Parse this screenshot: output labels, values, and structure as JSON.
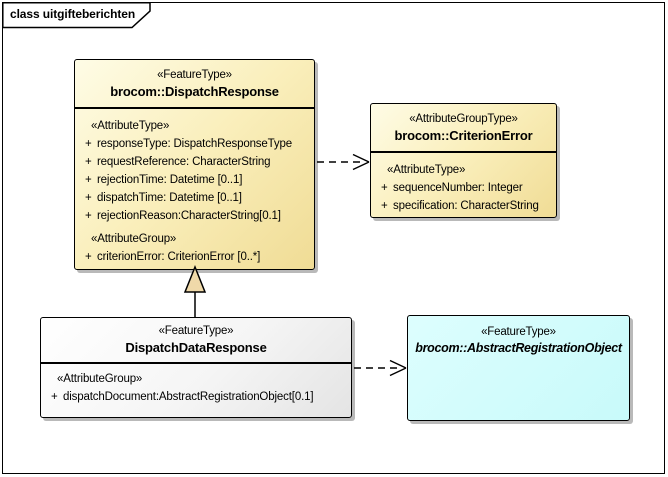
{
  "frame": {
    "tab_label": "class uitgifteberichten"
  },
  "palette": {
    "class_fill_yellow_light": "#FEFCE6",
    "class_fill_yellow_dark": "#F0DC95",
    "class_fill_gray_light": "#FFFFFF",
    "class_fill_gray_dark": "#E4E4E4",
    "class_fill_cyan": "#CCFAFA",
    "generalization_triangle_fill": "#EFD9A9",
    "border_color": "#000000",
    "shadow_color": "#B9B9B9"
  },
  "classes": {
    "dispatch_response": {
      "stereotype": "«FeatureType»",
      "name": "brocom::DispatchResponse",
      "attr_type_header": "«AttributeType»",
      "attr_group_header": "«AttributeGroup»",
      "attributes": [
        {
          "vis": "+",
          "text": "responseType: DispatchResponseType"
        },
        {
          "vis": "+",
          "text": "requestReference: CharacterString"
        },
        {
          "vis": "+",
          "text": "rejectionTime: Datetime [0..1]"
        },
        {
          "vis": "+",
          "text": "dispatchTime: Datetime [0..1]"
        },
        {
          "vis": "+",
          "text": "rejectionReason:CharacterString[0.1]"
        }
      ],
      "group_attributes": [
        {
          "vis": "+",
          "text": "criterionError: CriterionError [0..*]"
        }
      ]
    },
    "criterion_error": {
      "stereotype": "«AttributeGroupType»",
      "name": "brocom::CriterionError",
      "attr_type_header": "«AttributeType»",
      "attributes": [
        {
          "vis": "+",
          "text": "sequenceNumber: Integer"
        },
        {
          "vis": "+",
          "text": "specification: CharacterString"
        }
      ]
    },
    "dispatch_data_response": {
      "stereotype": "«FeatureType»",
      "name": "DispatchDataResponse",
      "attr_group_header": "«AttributeGroup»",
      "group_attributes": [
        {
          "vis": "+",
          "text": "dispatchDocument:AbstractRegistrationObject[0.1]"
        }
      ]
    },
    "abstract_registration_object": {
      "stereotype": "«FeatureType»",
      "name": "brocom::AbstractRegistrationObject"
    }
  },
  "relations": [
    {
      "type": "dependency",
      "style": "dashed-open-arrow",
      "from": "dispatch_response",
      "to": "criterion_error"
    },
    {
      "type": "generalization",
      "style": "solid-hollow-triangle",
      "from": "dispatch_data_response",
      "to": "dispatch_response"
    },
    {
      "type": "dependency",
      "style": "dashed-open-arrow",
      "from": "dispatch_data_response",
      "to": "abstract_registration_object"
    }
  ]
}
